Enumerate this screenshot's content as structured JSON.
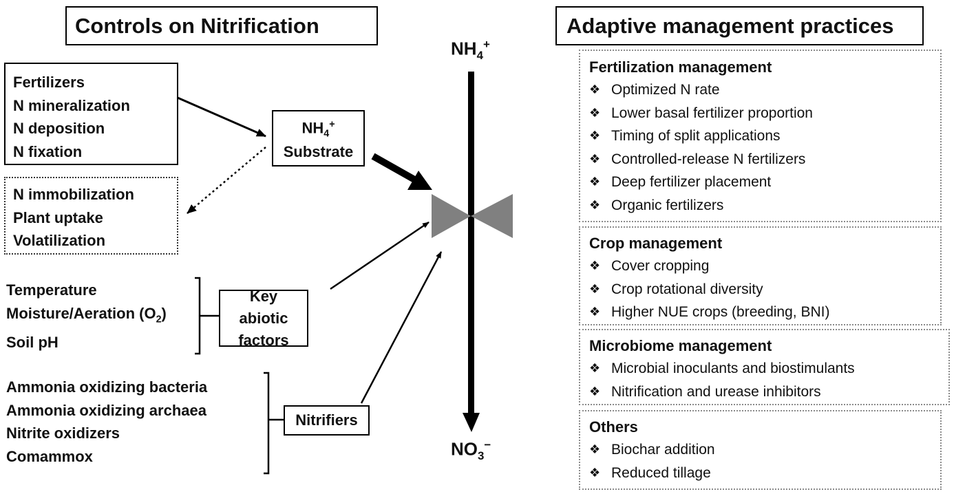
{
  "left_title": "Controls on Nitrification",
  "right_title": "Adaptive management practices",
  "sources": [
    "Fertilizers",
    "N mineralization",
    "N deposition",
    "N fixation"
  ],
  "sinks": [
    "N immobilization",
    "Plant uptake",
    "Volatilization"
  ],
  "substrate": {
    "ion_base": "NH",
    "ion_sub": "4",
    "ion_sup": "+",
    "label": "Substrate"
  },
  "abiotic": {
    "factors": [
      "Temperature",
      "Soil pH"
    ],
    "moisture": {
      "text": "Moisture/Aeration (O",
      "sub": "2",
      "close": ")"
    },
    "label": "Key abiotic factors"
  },
  "nitrifiers": {
    "groups": [
      "Ammonia oxidizing bacteria",
      "Ammonia oxidizing archaea",
      "Nitrite oxidizers",
      "Comammox"
    ],
    "label": "Nitrifiers"
  },
  "axis": {
    "top": {
      "base": "NH",
      "sub": "4",
      "sup": "+"
    },
    "bottom": {
      "base": "NO",
      "sub": "3",
      "sup": "−"
    }
  },
  "bullet_symbol": "❖",
  "management": [
    {
      "heading": "Fertilization management",
      "items": [
        "Optimized N rate",
        "Lower basal fertilizer proportion",
        "Timing of split applications",
        "Controlled-release N fertilizers",
        "Deep fertilizer placement",
        "Organic fertilizers"
      ]
    },
    {
      "heading": "Crop management",
      "items": [
        "Cover cropping",
        "Crop rotational diversity",
        "Higher NUE crops (breeding, BNI)"
      ]
    },
    {
      "heading": "Microbiome management",
      "items": [
        "Microbial inoculants and biostimulants",
        "Nitrification and urease inhibitors"
      ]
    },
    {
      "heading": "Others",
      "items": [
        "Biochar addition",
        "Reduced tillage"
      ]
    }
  ],
  "colors": {
    "line": "#000000",
    "valve": "#808080",
    "mgmt_border": "#8a8a8a"
  }
}
